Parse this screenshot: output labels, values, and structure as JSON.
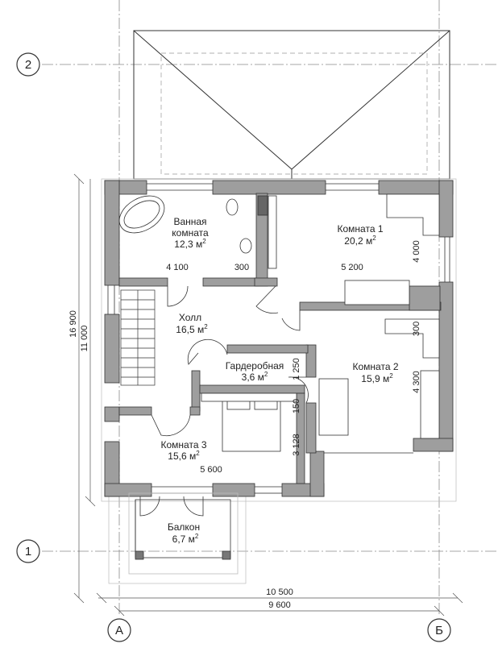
{
  "rooms": {
    "bath_name_1": "Ванная",
    "bath_name_2": "комната",
    "bath_area": "12,3 м",
    "room1_name": "Комната 1",
    "room1_area": "20,2 м",
    "hall_name": "Холл",
    "hall_area": "16,5 м",
    "wardrobe_name": "Гардеробная",
    "wardrobe_area": "3,6 м",
    "room2_name": "Комната 2",
    "room2_area": "15,9 м",
    "room3_name": "Комната 3",
    "room3_area": "15,6 м",
    "balcony_name": "Балкон",
    "balcony_area": "6,7 м",
    "sq": "2"
  },
  "dimensions": {
    "d4100": "4 100",
    "d300a": "300",
    "d5200": "5 200",
    "d4000": "4 000",
    "d300b": "300",
    "d4300": "4 300",
    "d1250": "1 250",
    "d150": "150",
    "d3128": "3 128",
    "d5600": "5 600",
    "d16900": "16 900",
    "d11000": "11 000",
    "d10500": "10 500",
    "d9600": "9 600"
  },
  "axes": {
    "a2": "2",
    "a1": "1",
    "aA": "А",
    "aB": "Б"
  },
  "colors": {
    "wall": "#9e9e9e",
    "line": "#333333",
    "gridline": "#8a8a8a"
  }
}
